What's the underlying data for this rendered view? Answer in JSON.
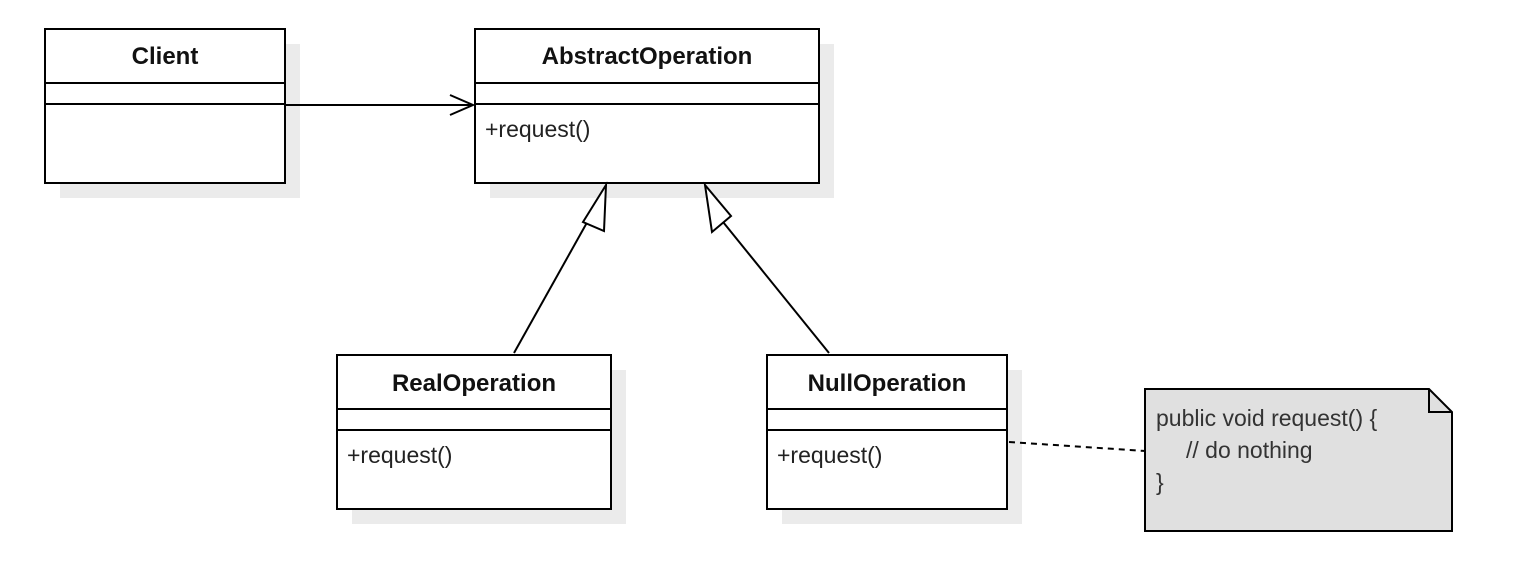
{
  "classes": {
    "client": {
      "name": "Client",
      "operations": []
    },
    "abstract_operation": {
      "name": "AbstractOperation",
      "operations": [
        "+request()"
      ]
    },
    "real_operation": {
      "name": "RealOperation",
      "operations": [
        "+request()"
      ]
    },
    "null_operation": {
      "name": "NullOperation",
      "operations": [
        "+request()"
      ]
    }
  },
  "relationships": [
    {
      "type": "association",
      "from": "Client",
      "to": "AbstractOperation"
    },
    {
      "type": "generalization",
      "from": "RealOperation",
      "to": "AbstractOperation"
    },
    {
      "type": "generalization",
      "from": "NullOperation",
      "to": "AbstractOperation"
    },
    {
      "type": "note-link",
      "from": "NullOperation",
      "to": "note"
    }
  ],
  "note": {
    "lines": [
      "public void request() {",
      "// do nothing",
      "}"
    ]
  },
  "colors": {
    "line": "#000000",
    "shadow": "#ebebeb",
    "note_fill": "#e0e0e0"
  }
}
